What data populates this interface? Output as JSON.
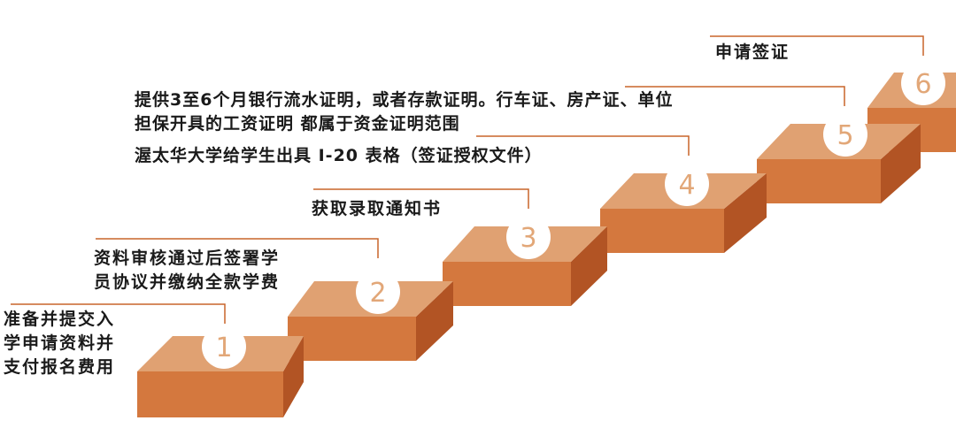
{
  "colors": {
    "top": "#E0A172",
    "front": "#D4783E",
    "side": "#B25424",
    "leader": "#C8652A",
    "circle": "#ffffff",
    "number": "#E2A778",
    "text": "#1a1a1a"
  },
  "steps": [
    {
      "number": "1",
      "lines": [
        "准备并提交入",
        "学申请资料并",
        "支付报名费用"
      ]
    },
    {
      "number": "2",
      "lines": [
        "资料审核通过后签署学",
        "员协议并缴纳全款学费"
      ]
    },
    {
      "number": "3",
      "lines": [
        "获取录取通知书"
      ]
    },
    {
      "number": "4",
      "lines": [
        "渥太华大学给学生出具 I-20 表格（签证授权文件）"
      ]
    },
    {
      "number": "5",
      "lines": [
        "提供3至6个月银行流水证明，或者存款证明。行车证、房产证、单位",
        "担保开具的工资证明 都属于资金证明范围"
      ]
    },
    {
      "number": "6",
      "lines": [
        "申请签证"
      ]
    }
  ]
}
